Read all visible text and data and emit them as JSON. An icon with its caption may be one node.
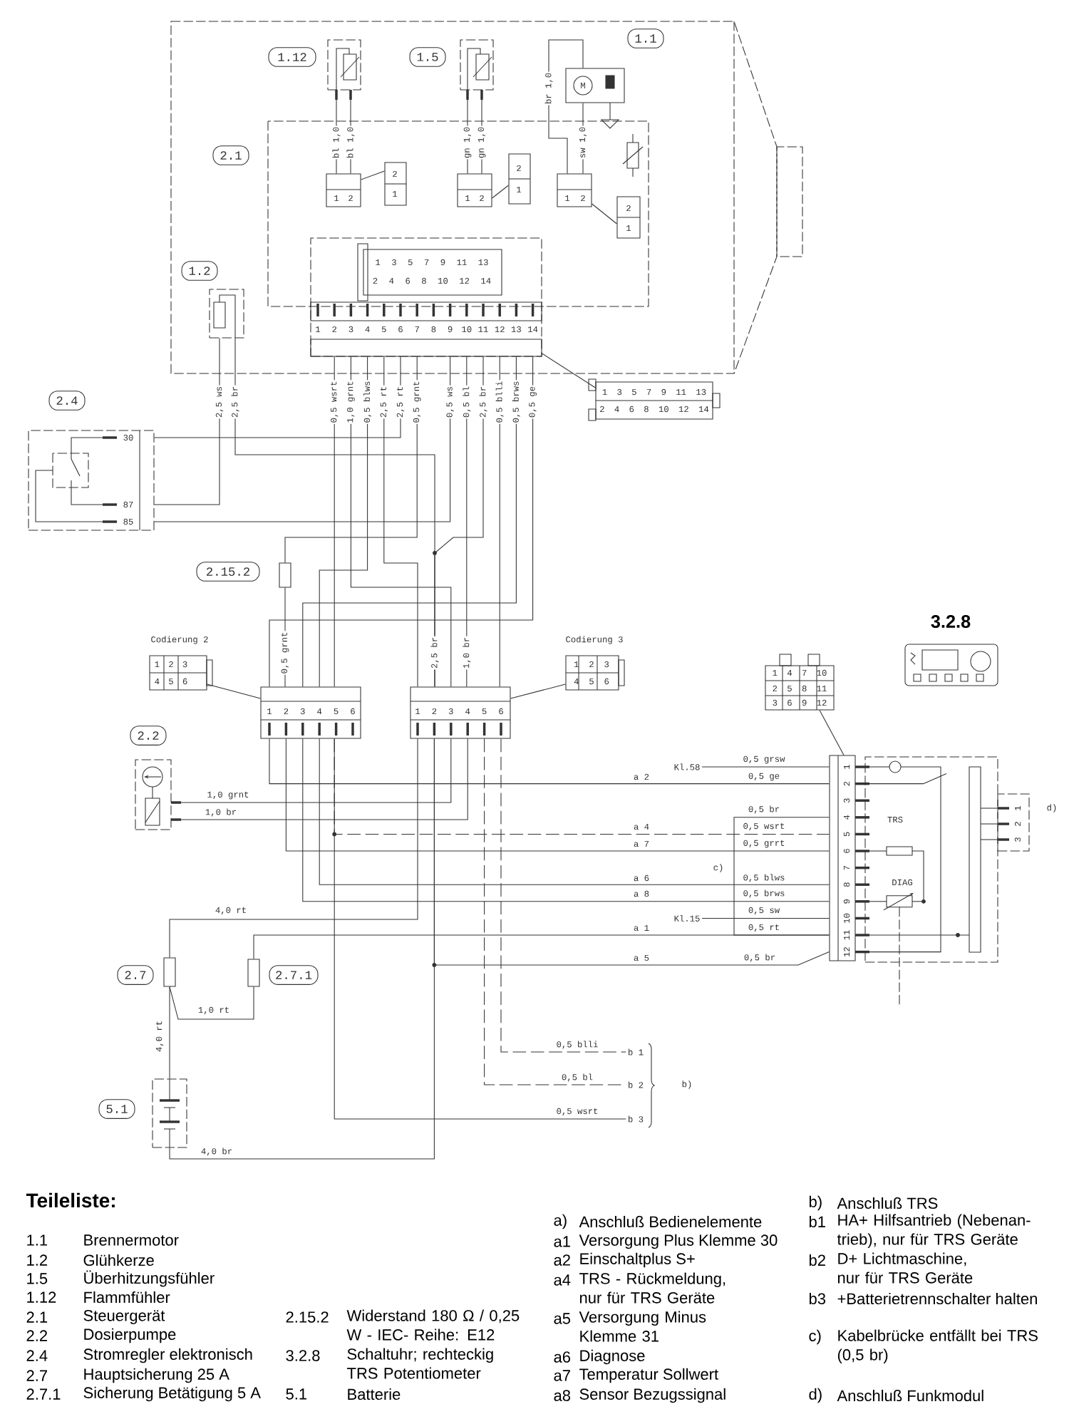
{
  "diagram": {
    "nodes": [
      {
        "text": [
          "1.12"
        ]
      },
      {
        "text": [
          "1.5"
        ]
      },
      {
        "text": [
          "1.1"
        ]
      },
      {
        "text": [
          "2.1"
        ]
      },
      {
        "text": [
          "1.2"
        ]
      },
      {
        "text": [
          "2.4"
        ]
      },
      {
        "text": [
          "2.15.2"
        ]
      },
      {
        "text": [
          "2.2"
        ]
      },
      {
        "text": [
          "2.7"
        ]
      },
      {
        "text": [
          "2.7.1"
        ]
      },
      {
        "text": [
          "5.1"
        ]
      },
      {
        "text": [],
        "shape": "box"
      },
      {
        "text": [],
        "shape": "box"
      },
      {
        "text": [
          "M"
        ]
      },
      {
        "text": [
          "1",
          "2"
        ]
      },
      {
        "text": [
          "2",
          "1"
        ]
      },
      {
        "text": [
          "1",
          "2"
        ]
      },
      {
        "text": [
          "2",
          "1"
        ]
      },
      {
        "text": [
          "1",
          "2"
        ]
      },
      {
        "text": [
          "2",
          "1"
        ]
      },
      {
        "text": [
          "1",
          "2",
          "3",
          "4",
          "5",
          "6",
          "7",
          "8",
          "9",
          "10",
          "11",
          "12",
          "13",
          "14"
        ]
      },
      {
        "text": [
          "1 3 5 7 9 11 13",
          "2 4 6 8 10 12 14"
        ],
        "in": 20
      },
      {
        "text": [
          "1 3 5 7 9 11 13",
          "2 4 6 8 10 12 14"
        ]
      },
      {
        "text": [],
        "shape": "box"
      },
      {
        "text": [
          "30",
          "87",
          "85"
        ]
      },
      {
        "text": [],
        "shape": "box"
      },
      {
        "text": [
          "Codierung 2",
          "1 2 3",
          "4 5 6"
        ]
      },
      {
        "text": [
          "1",
          "2",
          "3",
          "4",
          "5",
          "6"
        ]
      },
      {
        "text": [
          "1",
          "2",
          "3",
          "4",
          "5",
          "6"
        ]
      },
      {
        "text": [
          "Codierung 3",
          "1 2 3",
          "4 5 6"
        ]
      },
      {
        "text": [
          "1 4 7 10",
          "2 5 8 11",
          "3 6 9 12"
        ]
      },
      {
        "text": [
          "3.2.8"
        ]
      },
      {
        "text": [],
        "shape": "box"
      },
      {
        "text": [
          "1",
          "2",
          "3",
          "4",
          "5",
          "6",
          "7",
          "8",
          "9",
          "10",
          "11",
          "12"
        ]
      },
      {
        "text": [
          "TRS",
          "DIAG"
        ]
      },
      {
        "text": [
          "1",
          "2",
          "3"
        ],
        "beside": [
          "d)"
        ]
      },
      {
        "text": [],
        "shape": "box"
      },
      {
        "text": [],
        "shape": "box"
      },
      {
        "text": [],
        "shape": "box"
      },
      {
        "text": [
          "Kl.58"
        ]
      },
      {
        "text": [
          "Kl.15"
        ]
      },
      {
        "text": [
          "b 1"
        ]
      },
      {
        "text": [
          "b 2"
        ]
      },
      {
        "text": [
          "b 3"
        ]
      }
    ],
    "edges": [
      {
        "from": 11,
        "to": 14,
        "arrow": "none",
        "label": "bl 1,0"
      },
      {
        "from": 11,
        "to": 14,
        "arrow": "none",
        "label": "bl 1,0"
      },
      {
        "from": 12,
        "to": 16,
        "arrow": "none",
        "label": "gn 1,0"
      },
      {
        "from": 12,
        "to": 16,
        "arrow": "none",
        "label": "gn 1,0"
      },
      {
        "from": 13,
        "to": 18,
        "arrow": "none",
        "label": "sw 1,0"
      },
      {
        "from": 13,
        "to": 18,
        "arrow": "none",
        "label": "br 1,0"
      },
      {
        "from": 14,
        "to": 15,
        "arrow": "none"
      },
      {
        "from": 16,
        "to": 17,
        "arrow": "none"
      },
      {
        "from": 18,
        "to": 19,
        "arrow": "none"
      },
      {
        "from": 23,
        "to": 24,
        "arrow": "none",
        "label": "2,5 ws"
      },
      {
        "from": 23,
        "to": 28,
        "arrow": "none",
        "label": "2,5 br"
      },
      {
        "from": 20,
        "to": 27,
        "arrow": "none",
        "label": "0,5 wsrt"
      },
      {
        "from": 20,
        "to": 28,
        "arrow": "none",
        "label": "1,0 grnt"
      },
      {
        "from": 20,
        "to": 27,
        "arrow": "none",
        "label": "0,5 blws"
      },
      {
        "from": 20,
        "to": 28,
        "arrow": "none",
        "label": "2,5 rt"
      },
      {
        "from": 20,
        "to": 24,
        "arrow": "none",
        "label": "2,5 rt"
      },
      {
        "from": 20,
        "to": 25,
        "arrow": "none",
        "label": "0,5 grnt"
      },
      {
        "from": 20,
        "to": 24,
        "arrow": "none",
        "label": "0,5 ws"
      },
      {
        "from": 20,
        "to": 28,
        "arrow": "none",
        "label": "0,5 bl"
      },
      {
        "from": 20,
        "to": 28,
        "arrow": "none",
        "label": "2,5 br"
      },
      {
        "from": 20,
        "to": 28,
        "arrow": "none",
        "label": "0,5 blli"
      },
      {
        "from": 20,
        "to": 27,
        "arrow": "none",
        "label": "0,5 brws"
      },
      {
        "from": 20,
        "to": 27,
        "arrow": "none",
        "label": "0,5 ge"
      },
      {
        "from": 25,
        "to": 27,
        "arrow": "none",
        "label": "0,5 grnt"
      },
      {
        "from": 20,
        "to": 22,
        "arrow": "none"
      },
      {
        "from": 26,
        "to": 27,
        "arrow": "none"
      },
      {
        "from": 29,
        "to": 28,
        "arrow": "none"
      },
      {
        "from": 30,
        "to": 33,
        "arrow": "none"
      },
      {
        "from": 27,
        "to": 33,
        "arrow": "none",
        "label": "0,5 ge"
      },
      {
        "from": 27,
        "to": 33,
        "arrow": "none",
        "label": "0,5 grrt"
      },
      {
        "from": 27,
        "to": 33,
        "arrow": "none",
        "label": "0,5 brws"
      },
      {
        "from": 27,
        "to": 33,
        "arrow": "none",
        "label": "0,5 blws"
      },
      {
        "from": 27,
        "to": 43,
        "arrow": "none",
        "label": "0,5 wsrt"
      },
      {
        "from": 27,
        "to": 33,
        "arrow": "none",
        "label": "0,5 wsrt",
        "style": "dashed"
      },
      {
        "from": 28,
        "to": 36,
        "arrow": "none",
        "label": "4,0 rt"
      },
      {
        "from": 28,
        "to": 38,
        "arrow": "none",
        "label": "4,0 br"
      },
      {
        "from": 28,
        "to": 33,
        "arrow": "none",
        "label": "0,5 br"
      },
      {
        "from": 28,
        "to": 32,
        "arrow": "none",
        "label": "1,0 grnt"
      },
      {
        "from": 28,
        "to": 32,
        "arrow": "none",
        "label": "1,0 br"
      },
      {
        "from": 28,
        "to": 42,
        "arrow": "none",
        "label": "0,5 bl",
        "style": "dashed"
      },
      {
        "from": 28,
        "to": 41,
        "arrow": "none",
        "label": "0,5 blli",
        "style": "dashed"
      },
      {
        "from": 37,
        "to": 33,
        "arrow": "none",
        "label": "0,5 rt"
      },
      {
        "from": 37,
        "to": 36,
        "arrow": "none",
        "label": "1,0 rt"
      },
      {
        "from": 36,
        "to": 38,
        "arrow": "none",
        "label": "4,0 rt"
      },
      {
        "from": 39,
        "to": 33,
        "arrow": "none",
        "label": "0,5 grsw"
      },
      {
        "from": 40,
        "to": 33,
        "arrow": "none",
        "label": "0,5 sw"
      },
      {
        "from": 33,
        "to": 33,
        "arrow": "none",
        "label": "0,5 br"
      }
    ],
    "labels": [
      "2,5 br",
      "1,0 br",
      "a 2",
      "a 4",
      "a 7",
      "c)",
      "a 6",
      "a 8",
      "a 1",
      "a 5",
      "b)",
      "Teileliste:",
      "1.1",
      "Brennermotor",
      "1.2",
      "Glühkerze",
      "1.5",
      "Überhitzungsfühler",
      "1.12",
      "Flammfühler",
      "2.1",
      "Steuergerät",
      "2.2",
      "Dosierpumpe",
      "2.4",
      "Stromregler elektronisch",
      "2.7",
      "Hauptsicherung 25 A",
      "2.7.1",
      "Sicherung Betätigung 5 A",
      "2.15.2",
      "Widerstand 180 Ω / 0,25 W - IEC- Reihe: E12",
      "3.2.8",
      "Schaltuhr; rechteckig TRS Potentiometer",
      "5.1",
      "Batterie",
      "a)",
      "Anschluß Bedienelemente",
      "a1",
      "Versorgung Plus Klemme 30",
      "a2",
      "Einschaltplus S+",
      "a4",
      "TRS - Rückmeldung, nur für TRS Geräte",
      "a5",
      "Versorgung Minus Klemme 31",
      "a6",
      "Diagnose",
      "a7",
      "Temperatur Sollwert",
      "a8",
      "Sensor Bezugssignal",
      "b)",
      "Anschluß TRS",
      "b1",
      "HA+ Hilfsantrieb (Nebenan-trieb), nur für TRS Geräte",
      "b2",
      "D+ Lichtmaschine, nur für TRS Geräte",
      "b3",
      "+Batterietrennschalter halten",
      "c)",
      "Kabelbrücke entfällt bei TRS (0,5 br)",
      "d)",
      "Anschluß Funkmodul"
    ]
  }
}
